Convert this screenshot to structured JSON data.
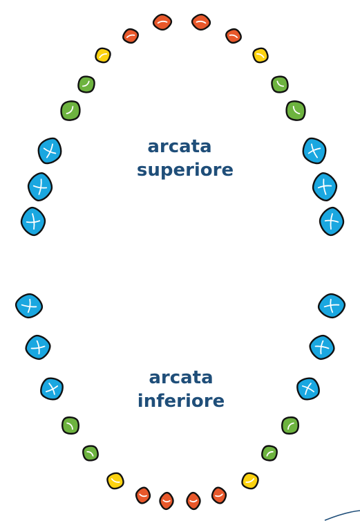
{
  "labels": {
    "upper_line1": "arcata",
    "upper_line2": "superiore",
    "lower_line1": "arcata",
    "lower_line2": "inferiore"
  },
  "colors": {
    "incisor": "#e8582b",
    "canine": "#fcd20f",
    "premolar": "#6db33f",
    "molar": "#1aa7e0",
    "outline": "#111111",
    "label": "#1f4e79"
  },
  "teeth": {
    "upper": [
      "molar",
      "molar",
      "molar",
      "premolar",
      "premolar",
      "canine",
      "incisor",
      "incisor",
      "incisor",
      "incisor",
      "canine",
      "premolar",
      "premolar",
      "molar",
      "molar",
      "molar"
    ],
    "lower": [
      "molar",
      "molar",
      "molar",
      "premolar",
      "premolar",
      "canine",
      "incisor",
      "incisor",
      "incisor",
      "incisor",
      "canine",
      "premolar",
      "premolar",
      "molar",
      "molar",
      "molar"
    ]
  }
}
